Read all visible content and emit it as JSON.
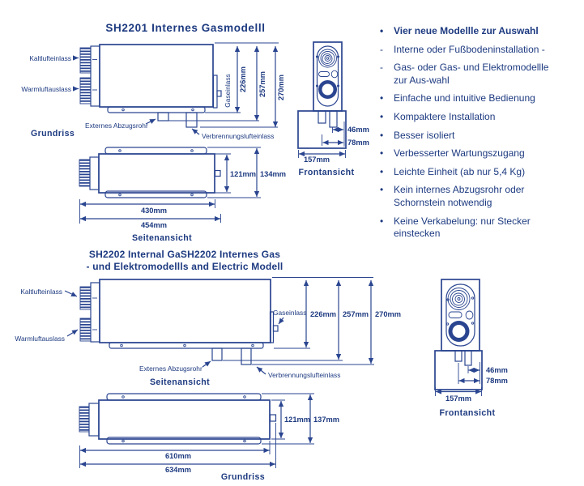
{
  "colors": {
    "ink_text": "#1d3a80",
    "ink_line": "#2a4590",
    "background": "#ffffff"
  },
  "sh2201": {
    "title": "SH2201 Internes Gasmodelll",
    "side": {
      "kaltlufteinlass": "Kaltlufteinlass",
      "warmluftauslass": "Warmluftauslass",
      "gaseinlass": "Gaseinlass",
      "externes_abzugsrohr": "Externes Abzugsrohr",
      "verbrennungslufteinlass": "Verbrennungslufteinlass",
      "view_label": "Grundriss",
      "d226": "226mm",
      "d257": "257mm",
      "d270": "270mm"
    },
    "front": {
      "d46": "46mm",
      "d78": "78mm",
      "d157": "157mm",
      "view_label": "Frontansicht"
    },
    "plan": {
      "d121": "121mm",
      "d134": "134mm",
      "d430": "430mm",
      "d454": "454mm",
      "view_label": "Seitenansicht"
    }
  },
  "sh2202": {
    "title_line1": "SH2202 Internal GaSH2202 Internes Gas",
    "title_line2": "- und Elektromodellls and Electric Modell",
    "side": {
      "kaltlufteinlass": "Kaltlufteinlass",
      "warmluftauslass": "Warmluftauslass",
      "gaseinlass": "Gaseinlass",
      "externes_abzugsrohr": "Externes Abzugsrohr",
      "verbrennungslufteinlass": "Verbrennungslufteinlass",
      "view_label": "Seitenansicht",
      "d226": "226mm",
      "d257": "257mm",
      "d270": "270mm"
    },
    "plan": {
      "d121": "121mm",
      "d137": "137mm",
      "d610": "610mm",
      "d634": "634mm",
      "view_label": "Grundriss"
    },
    "front": {
      "d46": "46mm",
      "d78": "78mm",
      "d157": "157mm",
      "view_label": "Frontansicht"
    }
  },
  "features": {
    "items": [
      {
        "marker": "•",
        "text": "Vier neue Modellle zur Auswahl"
      },
      {
        "marker": "-",
        "text": "Interne oder Fußbodeninstallation -"
      },
      {
        "marker": "-",
        "text": "Gas- oder Gas- und Elektromodellle\nzur Aus-wahl"
      },
      {
        "marker": "•",
        "text": "Einfache und intuitive Bedienung"
      },
      {
        "marker": "•",
        "text": "Kompaktere Installation"
      },
      {
        "marker": "•",
        "text": "Besser isoliert"
      },
      {
        "marker": "•",
        "text": "Verbesserter Wartungszugang"
      },
      {
        "marker": "•",
        "text": "Leichte Einheit (ab nur 5,4 Kg)"
      },
      {
        "marker": "•",
        "text": "Kein internes Abzugsrohr oder\nSchornstein notwendig"
      },
      {
        "marker": "•",
        "text": "Keine Verkabelung: nur Stecker\neinstecken"
      }
    ]
  }
}
